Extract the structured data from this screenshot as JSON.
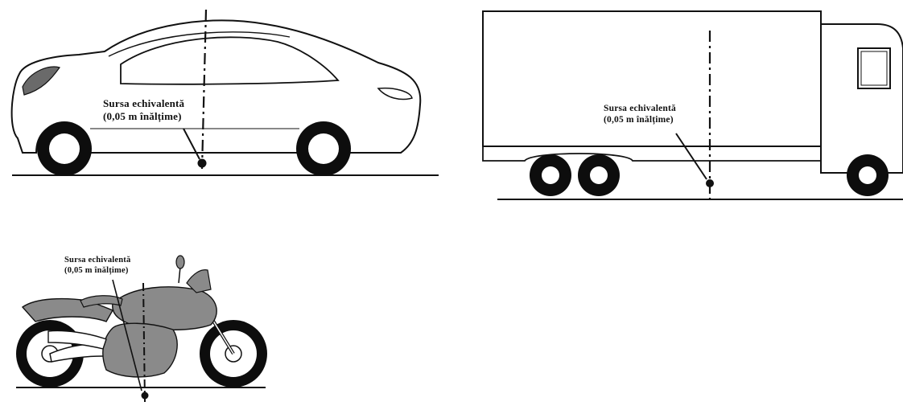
{
  "car": {
    "label_line1": "Sursa echivalentă",
    "label_line2": "(0,05 m înălțime)"
  },
  "truck": {
    "label_line1": "Sursa echivalentă",
    "label_line2": "(0,05 m înălțime)"
  },
  "motorcycle": {
    "label_line1": "Sursa echivalentă",
    "label_line2": "(0,05 m înălțime)"
  },
  "colors": {
    "outline": "#111111",
    "body_fill": "#ffffff",
    "tire": "#0d0d0d",
    "moto_fill": "#8a8a8a",
    "light_fill": "#6a6a6a"
  }
}
